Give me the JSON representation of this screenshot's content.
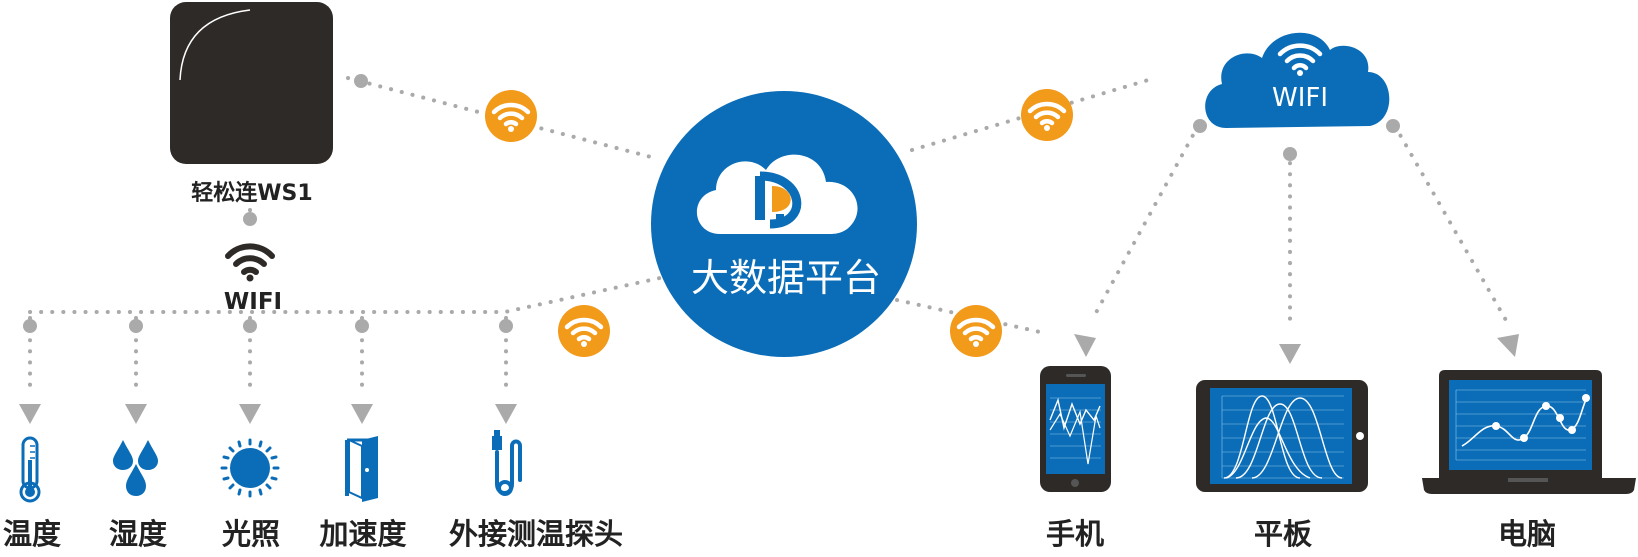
{
  "device": {
    "name": "轻松连WS1",
    "link_label": "WIFI"
  },
  "platform": {
    "label": "大数据平台"
  },
  "cloud": {
    "label": "WIFI"
  },
  "sensors": [
    {
      "id": "temperature",
      "label": "温度",
      "icon": "thermometer-icon"
    },
    {
      "id": "humidity",
      "label": "湿度",
      "icon": "water-drops-icon"
    },
    {
      "id": "light",
      "label": "光照",
      "icon": "sun-icon"
    },
    {
      "id": "acceleration",
      "label": "加速度",
      "icon": "door-icon"
    },
    {
      "id": "external-probe",
      "label": "外接测温探头",
      "icon": "usb-probe-icon"
    }
  ],
  "terminals": [
    {
      "id": "phone",
      "label": "手机",
      "icon": "phone-icon"
    },
    {
      "id": "tablet",
      "label": "平板",
      "icon": "tablet-icon"
    },
    {
      "id": "computer",
      "label": "电脑",
      "icon": "laptop-icon"
    }
  ],
  "colors": {
    "blue": "#0b6db7",
    "orange": "#f29a1a",
    "dark": "#2e2a28",
    "dot": "#aaaaaa",
    "text": "#222222"
  }
}
